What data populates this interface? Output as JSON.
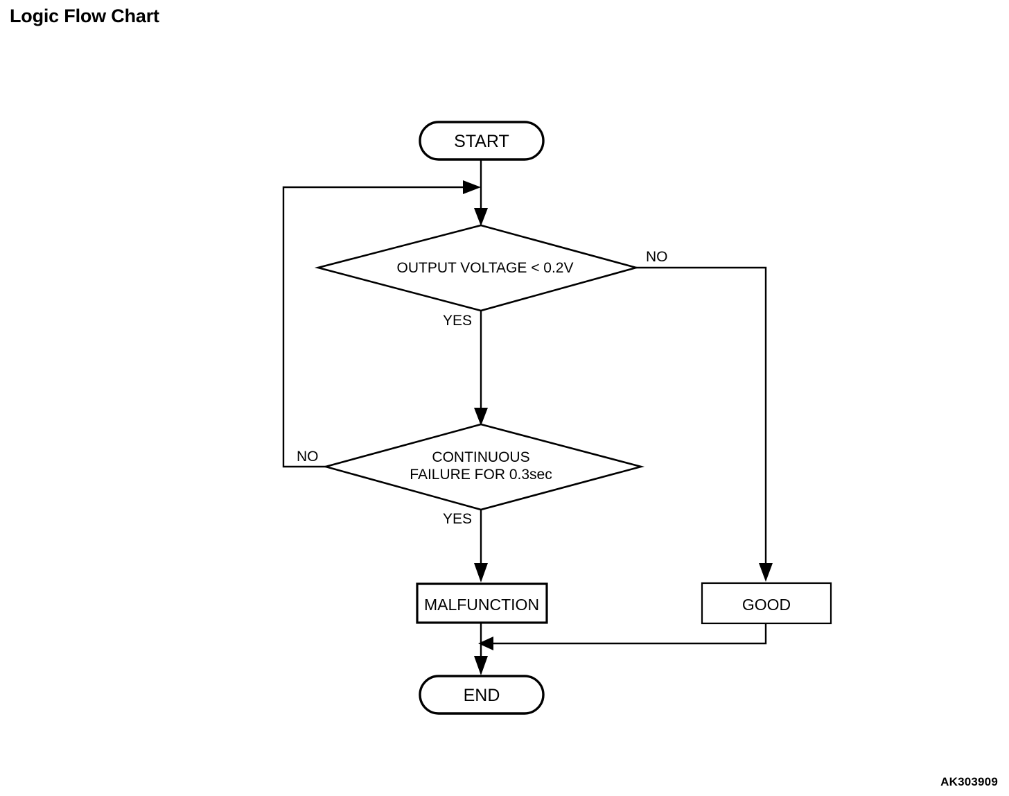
{
  "page": {
    "title": "Logic Flow Chart",
    "figure_id": "AK303909",
    "background_color": "#ffffff",
    "line_color": "#000000"
  },
  "chart_data": {
    "type": "diagram",
    "diagram_kind": "flowchart",
    "title": "Logic Flow Chart",
    "nodes": [
      {
        "id": "start",
        "shape": "terminator",
        "label": "START"
      },
      {
        "id": "decision1",
        "shape": "decision",
        "label": "OUTPUT VOLTAGE < 0.2V"
      },
      {
        "id": "decision2",
        "shape": "decision",
        "label_line1": "CONTINUOUS",
        "label_line2": "FAILURE FOR 0.3sec"
      },
      {
        "id": "malfunction",
        "shape": "process",
        "label": "MALFUNCTION"
      },
      {
        "id": "good",
        "shape": "process",
        "label": "GOOD"
      },
      {
        "id": "end",
        "shape": "terminator",
        "label": "END"
      }
    ],
    "edges": [
      {
        "from": "start",
        "to": "decision1",
        "label": ""
      },
      {
        "from": "decision1",
        "to": "decision2",
        "label": "YES"
      },
      {
        "from": "decision1",
        "to": "good",
        "label": "NO"
      },
      {
        "from": "decision2",
        "to": "malfunction",
        "label": "YES"
      },
      {
        "from": "decision2",
        "to": "decision1",
        "label": "NO"
      },
      {
        "from": "malfunction",
        "to": "end",
        "label": ""
      },
      {
        "from": "good",
        "to": "end",
        "label": ""
      }
    ],
    "edge_labels": {
      "decision1_no": "NO",
      "decision1_yes": "YES",
      "decision2_no": "NO",
      "decision2_yes": "YES"
    }
  },
  "nodes": {
    "start": {
      "label": "START"
    },
    "decision1": {
      "label": "OUTPUT VOLTAGE < 0.2V"
    },
    "decision2": {
      "line1": "CONTINUOUS",
      "line2": "FAILURE FOR 0.3sec"
    },
    "malfunction": {
      "label": "MALFUNCTION"
    },
    "good": {
      "label": "GOOD"
    },
    "end": {
      "label": "END"
    }
  },
  "labels": {
    "decision1_no": "NO",
    "decision1_yes": "YES",
    "decision2_no": "NO",
    "decision2_yes": "YES"
  }
}
